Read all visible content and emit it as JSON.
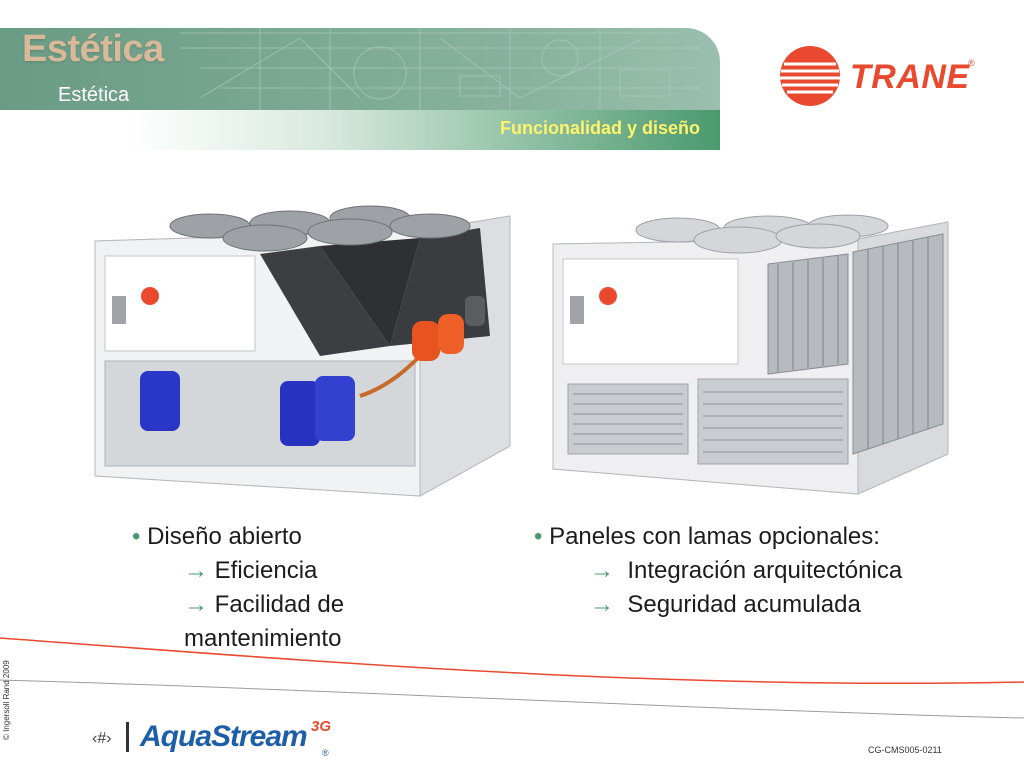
{
  "header": {
    "title": "Estética",
    "subtitle": "Estética",
    "tagline": "Funcionalidad y diseño"
  },
  "logo": {
    "text": "TRANE",
    "reg": "®",
    "color": "#e94a2f"
  },
  "left_column": {
    "bullet": "Diseño abierto",
    "sub1": "Eficiencia",
    "sub2_line1": "Facilidad de",
    "sub2_line2": "mantenimiento"
  },
  "right_column": {
    "bullet": "Paneles con lamas opcionales:",
    "sub1": "Integración arquitectónica",
    "sub2": "Seguridad acumulada"
  },
  "footer": {
    "copyright": "© Ingersoll Rand 2009",
    "page_number": "‹#›",
    "product_name": "AquaStream",
    "product_suffix": "3G",
    "product_reg": "®",
    "doc_code": "CG-CMS005-0211"
  },
  "colors": {
    "accent_green": "#4b9a6e",
    "brand_red": "#e94a2f",
    "tagline_yellow": "#fff36b"
  }
}
